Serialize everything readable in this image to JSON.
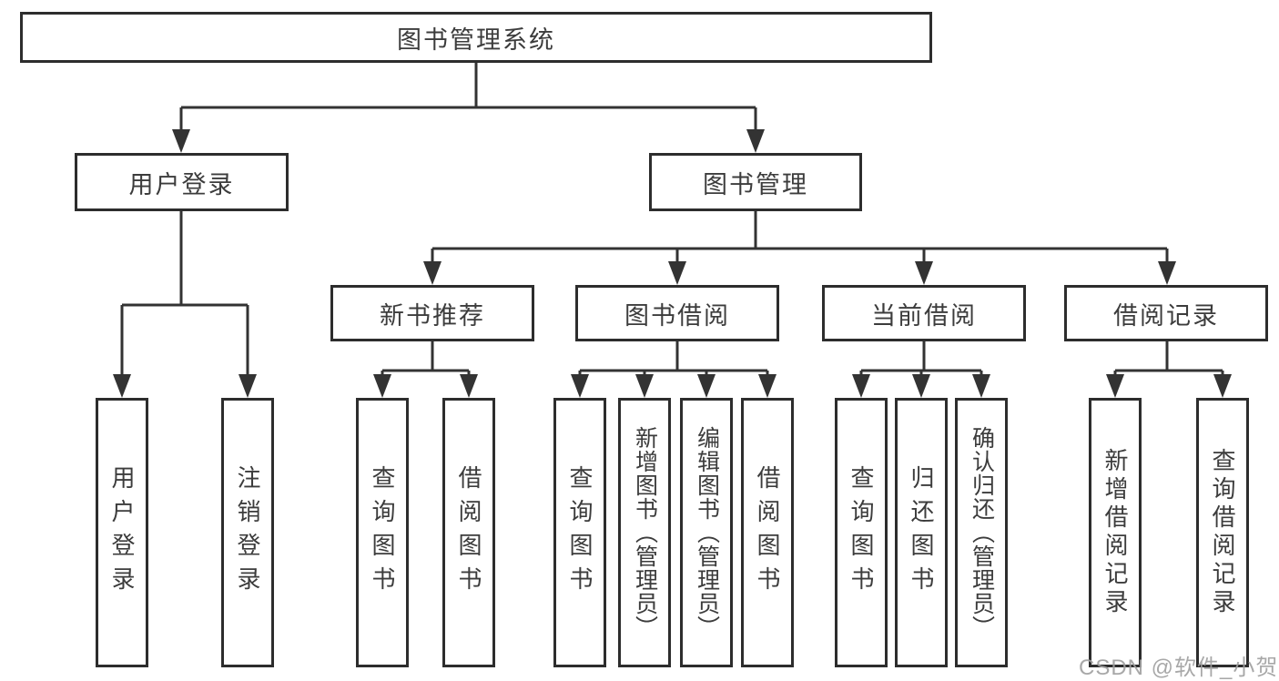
{
  "colors": {
    "line": "#333333",
    "box_border": "#2d2d2d",
    "box_fill": "#ffffff",
    "text": "#3c3c3c",
    "watermark_gray": "#9e9e9e",
    "background": "#ffffff"
  },
  "tree": {
    "root": "图书管理系统",
    "children": [
      {
        "label": "用户登录",
        "children": [
          {
            "label": "用户登录"
          },
          {
            "label": "注销登录"
          }
        ]
      },
      {
        "label": "图书管理",
        "children": [
          {
            "label": "新书推荐",
            "children": [
              {
                "label": "查询图书"
              },
              {
                "label": "借阅图书"
              }
            ]
          },
          {
            "label": "图书借阅",
            "children": [
              {
                "label": "查询图书"
              },
              {
                "label": "新增图书（管理员）"
              },
              {
                "label": "编辑图书（管理员）"
              },
              {
                "label": "借阅图书"
              }
            ]
          },
          {
            "label": "当前借阅",
            "children": [
              {
                "label": "查询图书"
              },
              {
                "label": "归还图书"
              },
              {
                "label": "确认归还（管理员）"
              }
            ]
          },
          {
            "label": "借阅记录",
            "children": [
              {
                "label": "新增借阅记录"
              },
              {
                "label": "查询借阅记录"
              }
            ]
          }
        ]
      }
    ]
  },
  "watermark": {
    "text": "CSDN @软件_小贺同学"
  }
}
